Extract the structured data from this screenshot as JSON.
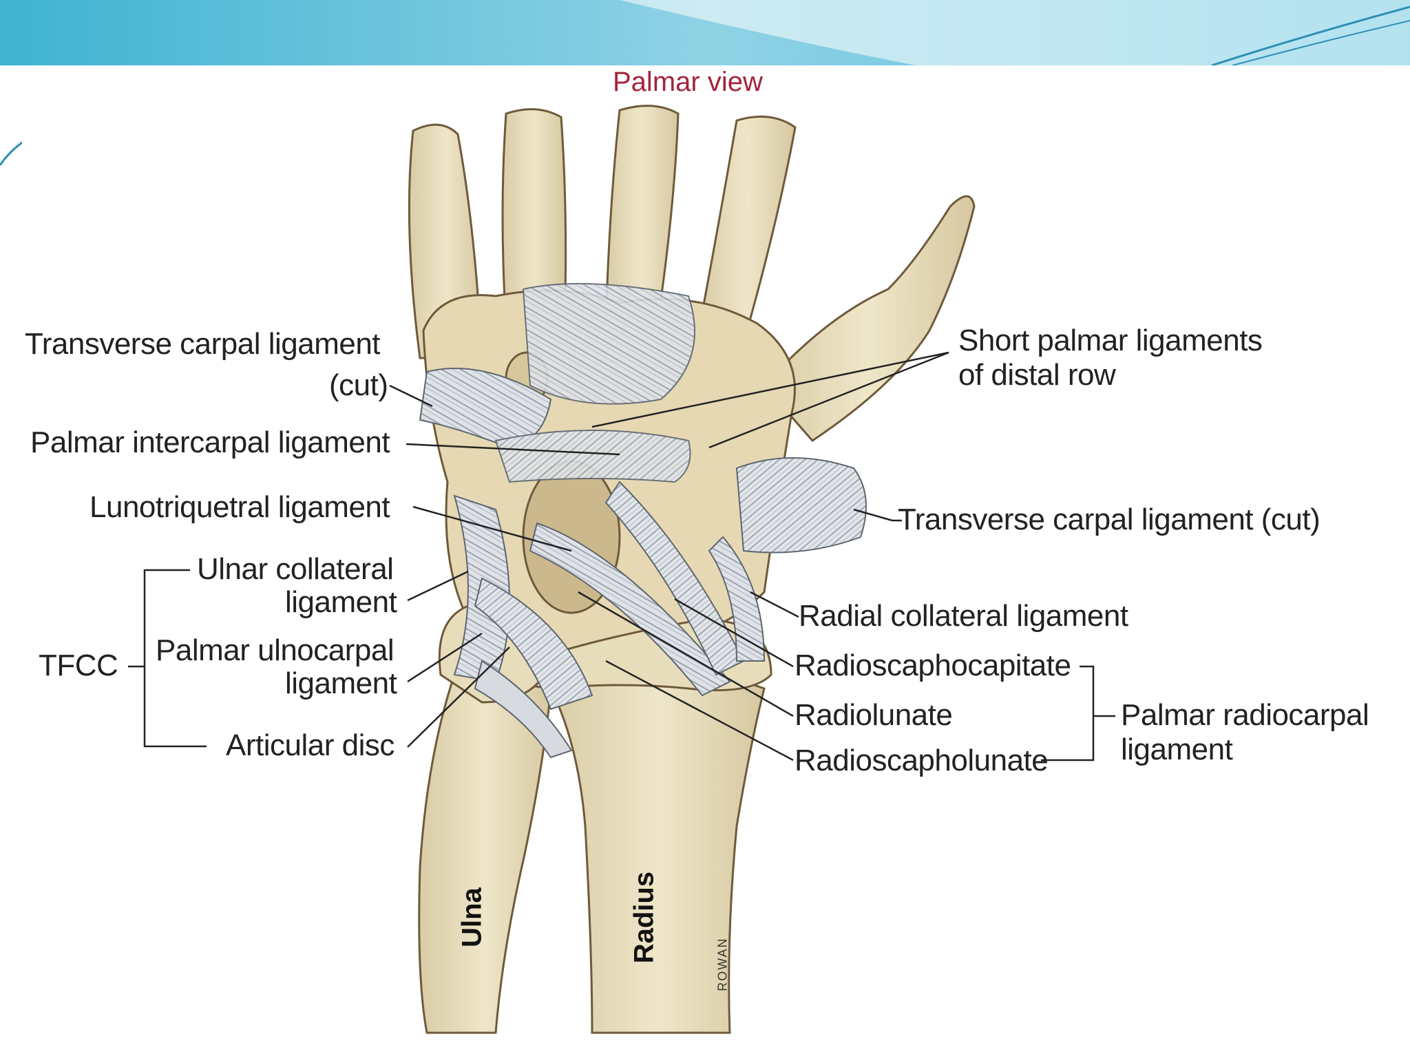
{
  "colors": {
    "slide_top": "#7ccbe0",
    "title": "#a4243b",
    "bone": "#e8ddbb",
    "ligament": "#dfe3e8",
    "text": "#222222"
  },
  "title": "Palmar view",
  "labels": {
    "transverse_left_1": "Transverse carpal ligament",
    "transverse_left_2": "(cut)",
    "palmar_intercarpal": "Palmar intercarpal ligament",
    "lunotriquetral": "Lunotriquetral ligament",
    "ulnar_collateral_1": "Ulnar collateral",
    "ulnar_collateral_2": "ligament",
    "tfcc": "TFCC",
    "palmar_ulnocarpal_1": "Palmar ulnocarpal",
    "palmar_ulnocarpal_2": "ligament",
    "articular_disc": "Articular disc",
    "short_palmar_1": "Short palmar ligaments",
    "short_palmar_2": "of distal row",
    "transverse_right": "Transverse carpal ligament (cut)",
    "radial_collateral": "Radial collateral ligament",
    "radioscaphocapitate": "Radioscaphocapitate",
    "radiolunate": "Radiolunate",
    "radioscapholunate": "Radioscapholunate",
    "palmar_radiocarpal_1": "Palmar radiocarpal",
    "palmar_radiocarpal_2": "ligament"
  },
  "bones": {
    "ulna": "Ulna",
    "radius": "Radius"
  },
  "signature": "ROWAN"
}
